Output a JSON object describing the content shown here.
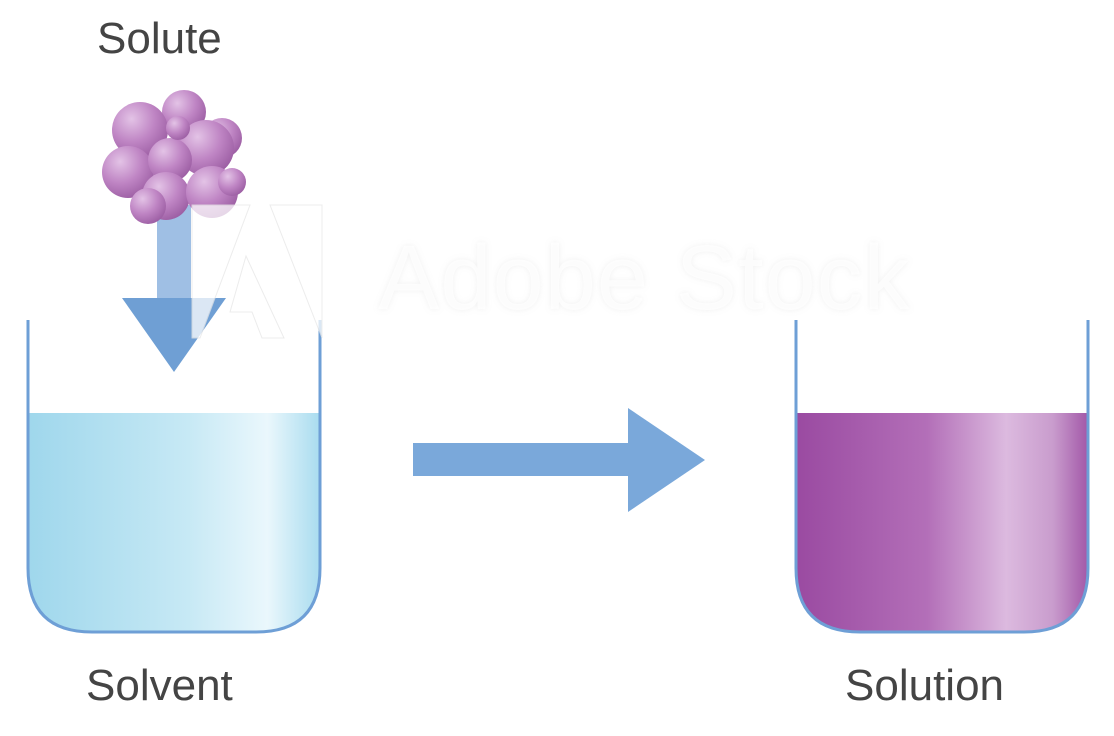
{
  "labels": {
    "solute": "Solute",
    "solvent": "Solvent",
    "solution": "Solution"
  },
  "watermark": {
    "text": "Adobe Stock"
  },
  "colors": {
    "solvent_liquid": "#a9dcef",
    "solution_liquid": "#a258a8",
    "beaker_outline": "#6e9fd6",
    "arrow": "#7aa8da",
    "solute_particles": "#b67bbd",
    "label_text": "#444444"
  },
  "icons": [
    "solute-particles-icon",
    "down-arrow-icon",
    "right-arrow-icon",
    "solvent-beaker-icon",
    "solution-beaker-icon",
    "adobe-logo-watermark"
  ]
}
